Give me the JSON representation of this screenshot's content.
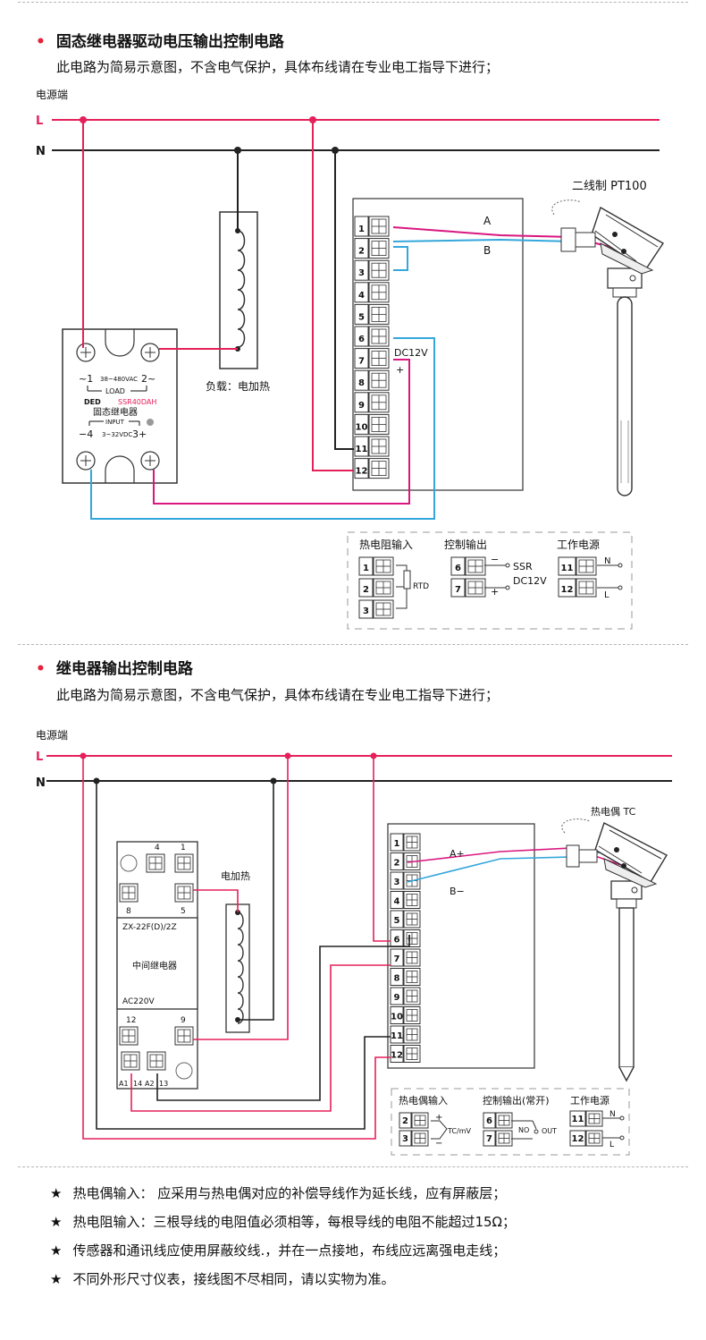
{
  "section1": {
    "title": "固态继电器驱动电压输出控制电路",
    "desc": "此电路为简易示意图，不含电气保护，具体布线请在专业电工指导下进行；",
    "power_label": "电源端",
    "line_l": "L",
    "line_n": "N",
    "load_label": "负载：电加热",
    "sensor_label": "二线制 PT100",
    "wire_a": "A",
    "wire_b": "B",
    "dc_label": "DC12V",
    "minus": "−",
    "plus": "+",
    "ssr": {
      "load_left": "~1",
      "load_rating": "38~480VAC",
      "load_right": "2~",
      "load_word": "LOAD",
      "brand": "DED",
      "model": "SSR40DAH",
      "name": "固态继电器",
      "input_word": "INPUT",
      "input_left": "−4",
      "input_rating": "3~32VDC",
      "input_right": "3+"
    },
    "terminals": [
      "1",
      "2",
      "3",
      "4",
      "5",
      "6",
      "7",
      "8",
      "9",
      "10",
      "11",
      "12"
    ],
    "legend": {
      "rtd_title": "热电阻输入",
      "ctrl_title": "控制输出",
      "power_title": "工作电源",
      "rtd": "RTD",
      "ssr": "SSR",
      "dc": "DC12V",
      "n": "N",
      "l": "L",
      "t1": "1",
      "t2": "2",
      "t3": "3",
      "t6": "6",
      "t7": "7",
      "t11": "11",
      "t12": "12",
      "minus": "−",
      "plus": "+"
    }
  },
  "section2": {
    "title": "继电器输出控制电路",
    "desc": "此电路为简易示意图，不含电气保护，具体布线请在专业电工指导下进行；",
    "power_label": "电源端",
    "line_l": "L",
    "line_n": "N",
    "heater_label": "电加热",
    "sensor_label": "热电偶 TC",
    "wire_a": "A+",
    "wire_b": "B−",
    "relay": {
      "model": "ZX-22F(D)/2Z",
      "name": "中间继电器",
      "voltage": "AC220V",
      "t4": "4",
      "t1": "1",
      "t8": "8",
      "t5": "5",
      "t12": "12",
      "t9": "9",
      "a1": "A1",
      "t14": "14",
      "a2": "A2",
      "t13": "13"
    },
    "terminals": [
      "1",
      "2",
      "3",
      "4",
      "5",
      "6",
      "7",
      "8",
      "9",
      "10",
      "11",
      "12"
    ],
    "legend": {
      "tc_title": "热电偶输入",
      "ctrl_title": "控制输出(常开)",
      "power_title": "工作电源",
      "tc": "TC/mV",
      "no": "NO",
      "out": "OUT",
      "n": "N",
      "l": "L",
      "t2": "2",
      "t3": "3",
      "t6": "6",
      "t7": "7",
      "t11": "11",
      "t12": "12",
      "plus": "+",
      "minus": "−"
    }
  },
  "notes": [
    {
      "star": "★",
      "text": "热电偶输入： 应采用与热电偶对应的补偿导线作为延长线，应有屏蔽层；"
    },
    {
      "star": "★",
      "text": "热电阻输入：三根导线的电阻值必须相等，每根导线的电阻不能超过15Ω；"
    },
    {
      "star": "★",
      "text": "传感器和通讯线应使用屏蔽绞线.，并在一点接地，布线应远离强电走线；"
    },
    {
      "star": "★",
      "text": "不同外形尺寸仪表，接线图不尽相同，请以实物为准。"
    }
  ],
  "colors": {
    "live": "#e5205a",
    "neutral": "#222222",
    "signal_blue": "#35a7dc",
    "signal_pink": "#d9177f",
    "dot_red": "#e6213b"
  }
}
